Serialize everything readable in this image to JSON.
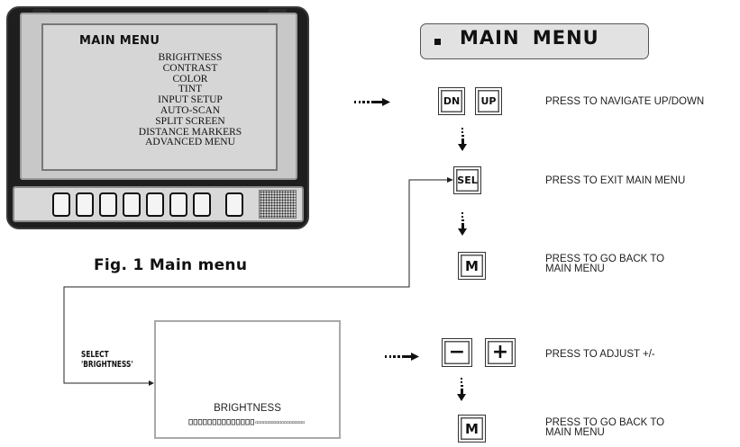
{
  "monitor_menu": {
    "title": "MAIN MENU",
    "items": [
      "BRIGHTNESS",
      "CONTRAST",
      "COLOR",
      "TINT",
      "INPUT SETUP",
      "AUTO-SCAN",
      "SPLIT SCREEN",
      "DISTANCE MARKERS",
      "ADVANCED MENU"
    ]
  },
  "figure_caption": "Fig. 1  Main menu",
  "header": {
    "title": "MAIN  MENU"
  },
  "keys": {
    "dn": "DN",
    "up": "UP",
    "sel": "SEL",
    "m": "M",
    "minus": "−",
    "plus": "+"
  },
  "descriptions": {
    "navigate": "PRESS TO NAVIGATE UP/DOWN",
    "exit": "PRESS TO EXIT MAIN MENU",
    "back_1": [
      "PRESS TO GO BACK TO",
      "MAIN MENU"
    ],
    "adjust": "PRESS TO ADJUST +/-",
    "back_2": [
      "PRESS TO GO BACK TO",
      "MAIN MENU"
    ]
  },
  "select_label": [
    "SELECT",
    "'BRIGHTNESS'"
  ],
  "brightness_screen": {
    "label": "BRIGHTNESS",
    "level": 0.55
  }
}
